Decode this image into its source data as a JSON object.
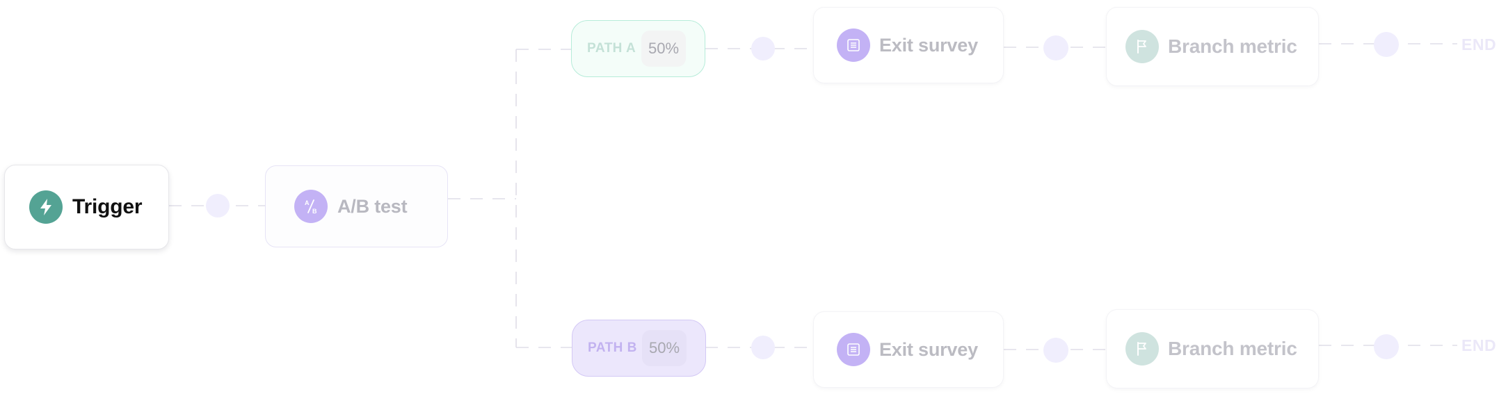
{
  "flow": {
    "trigger": {
      "label": "Trigger",
      "icon": "lightning-icon",
      "icon_color": "#54a394"
    },
    "ab_test": {
      "label": "A/B test",
      "icon": "ab-split-icon",
      "icon_color": "#c3b2f5"
    },
    "path_a": {
      "label": "PATH A",
      "percent": "50%",
      "border_color": "#b6ecd9",
      "survey": {
        "label": "Exit survey",
        "icon": "list-icon"
      },
      "metric": {
        "label": "Branch metric",
        "icon": "flag-icon"
      },
      "end": "END"
    },
    "path_b": {
      "label": "PATH B",
      "percent": "50%",
      "border_color": "#d3c8f5",
      "survey": {
        "label": "Exit survey",
        "icon": "list-icon"
      },
      "metric": {
        "label": "Branch metric",
        "icon": "flag-icon"
      },
      "end": "END"
    }
  }
}
